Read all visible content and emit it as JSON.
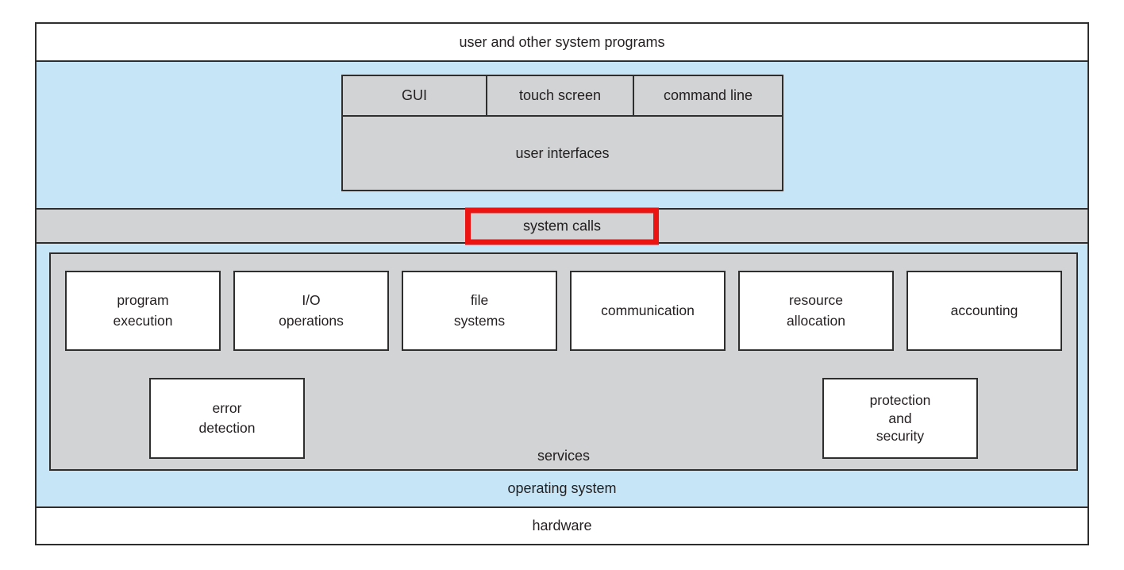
{
  "figure": {
    "top_band": "user and other system programs",
    "system_calls_label": "system calls",
    "operating_system_label": "operating system",
    "hardware_band": "hardware"
  },
  "user_interfaces": {
    "label": "user interfaces",
    "types": [
      "GUI",
      "touch screen",
      "command line"
    ]
  },
  "services": {
    "label": "services",
    "row1": [
      "program\nexecution",
      "I/O\noperations",
      "file\nsystems",
      "communication",
      "resource\nallocation",
      "accounting"
    ],
    "row2": [
      "error\ndetection",
      "protection\nand\nsecurity"
    ]
  },
  "colors": {
    "light_blue": "#c6e6f8",
    "gray": "#d1d3d4",
    "box_white": "#ffffff",
    "border_dark": "#2e2e2e",
    "highlight_red": "#ec1313",
    "text": "#231f20"
  }
}
